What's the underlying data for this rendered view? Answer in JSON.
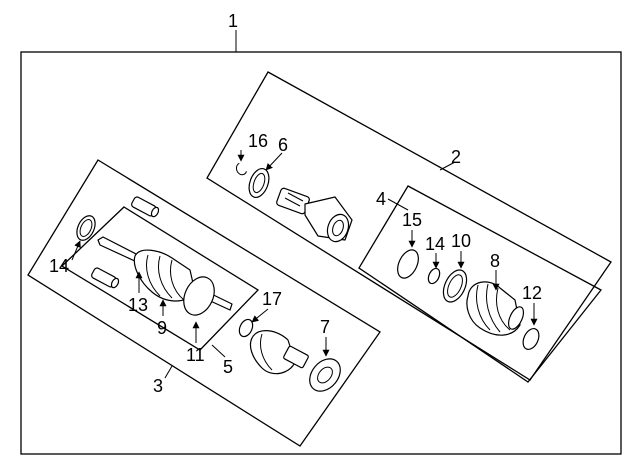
{
  "callouts": [
    {
      "id": "c1",
      "label": "1"
    },
    {
      "id": "c2",
      "label": "2"
    },
    {
      "id": "c3",
      "label": "3"
    },
    {
      "id": "c4",
      "label": "4"
    },
    {
      "id": "c5",
      "label": "5"
    },
    {
      "id": "c6",
      "label": "6"
    },
    {
      "id": "c7",
      "label": "7"
    },
    {
      "id": "c8",
      "label": "8"
    },
    {
      "id": "c9",
      "label": "9"
    },
    {
      "id": "c10",
      "label": "10"
    },
    {
      "id": "c11",
      "label": "11"
    },
    {
      "id": "c12",
      "label": "12"
    },
    {
      "id": "c13",
      "label": "13"
    },
    {
      "id": "c14a",
      "label": "14"
    },
    {
      "id": "c14b",
      "label": "14"
    },
    {
      "id": "c15",
      "label": "15"
    },
    {
      "id": "c16",
      "label": "16"
    },
    {
      "id": "c17",
      "label": "17"
    }
  ]
}
